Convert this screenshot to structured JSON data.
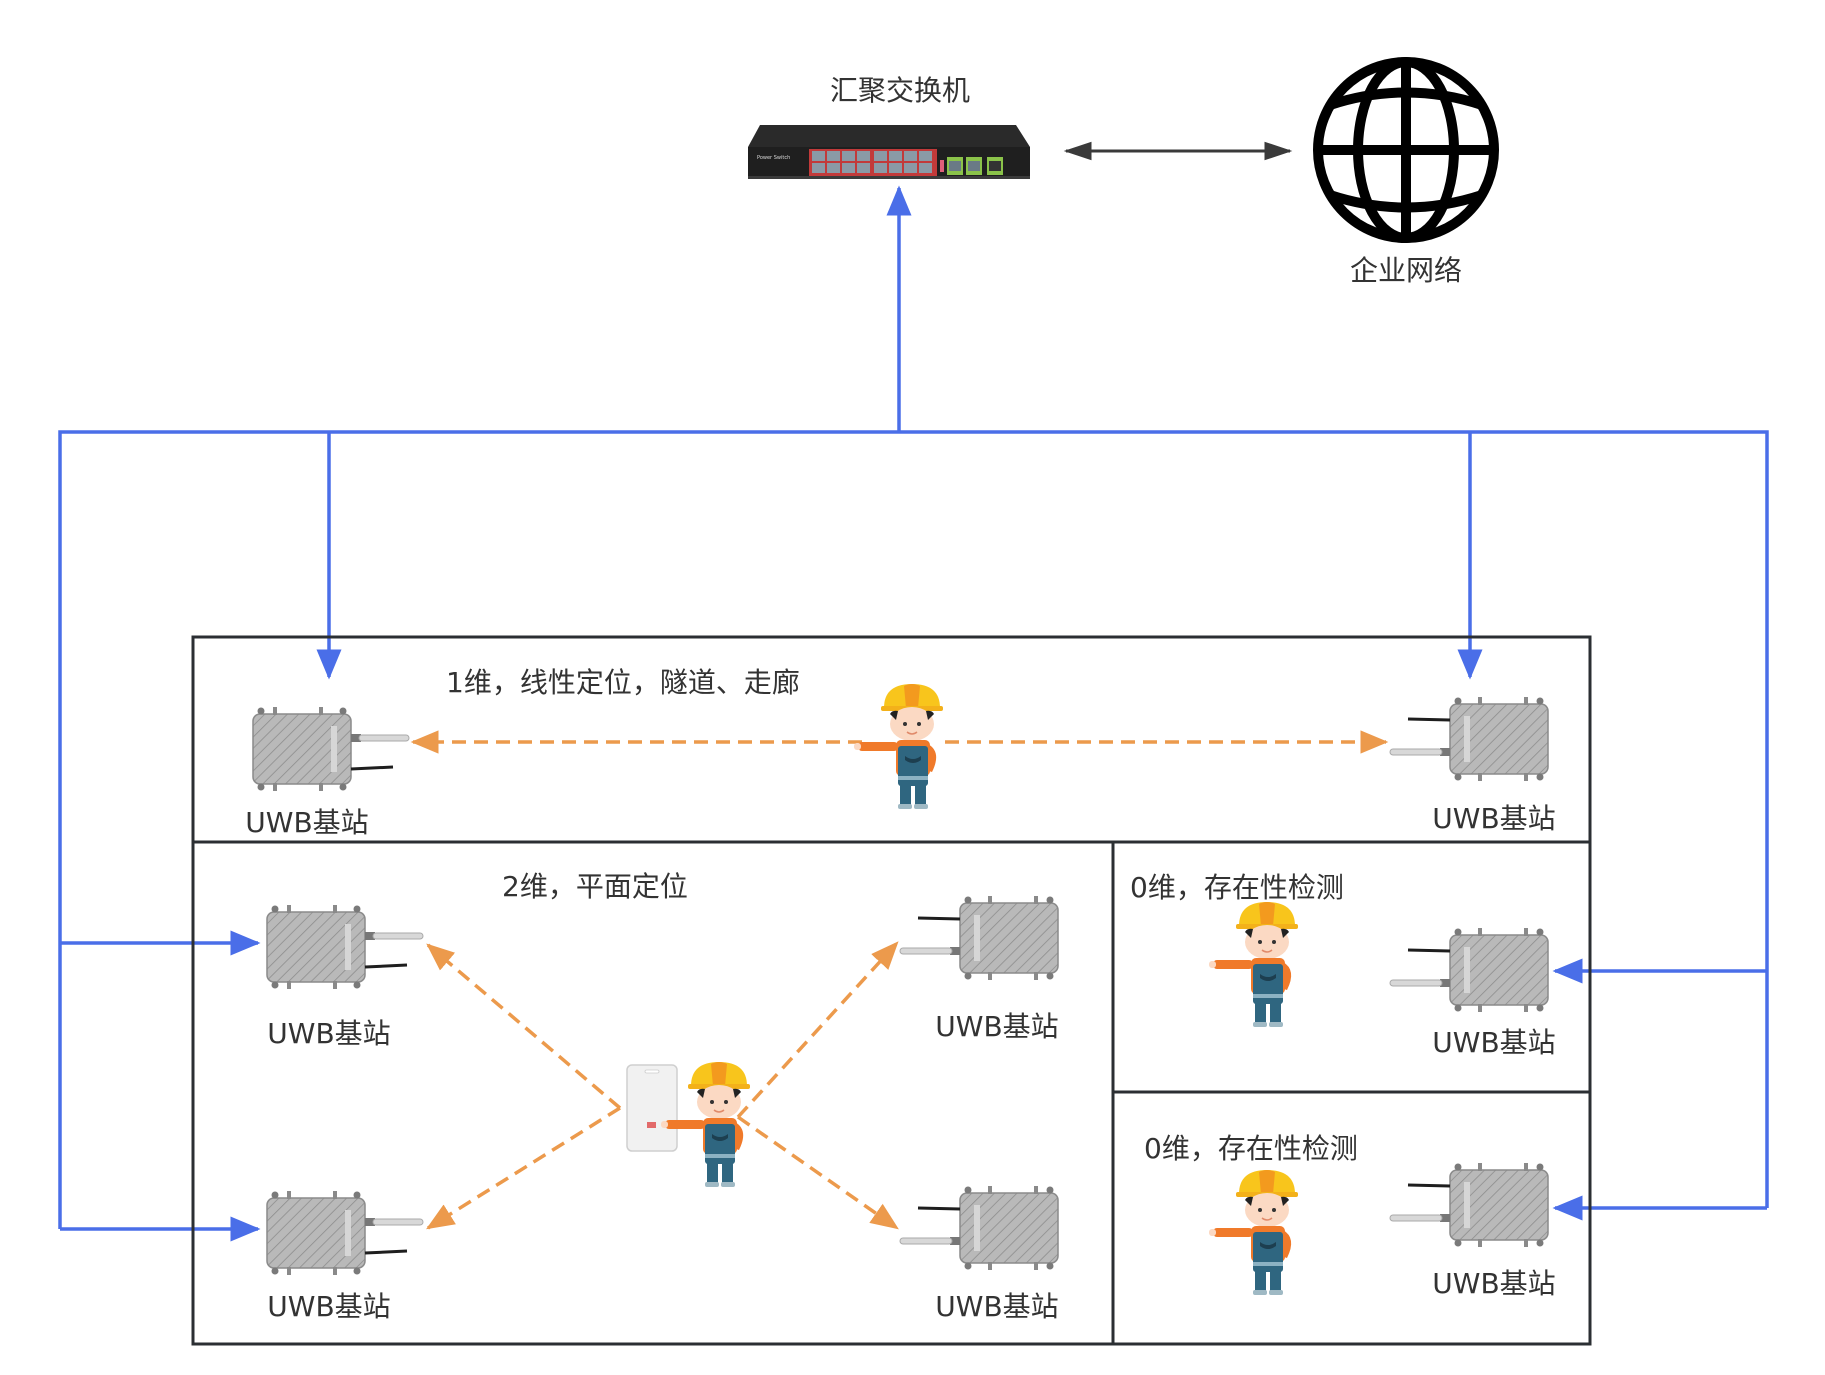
{
  "diagram": {
    "switch": {
      "label": "汇聚交换机",
      "brand_text": "Power Switch",
      "icon": "network-switch-icon"
    },
    "network": {
      "label": "企业网络",
      "icon": "globe-icon"
    },
    "link_switch_network": "bidirectional",
    "zones": [
      {
        "id": "zone-1d",
        "label": "1维，线性定位，隧道、走廊",
        "stations": [
          {
            "label": "UWB基站"
          },
          {
            "label": "UWB基站"
          }
        ],
        "worker_icon": "worker-icon",
        "signal": "tag-to-two-stations-linear"
      },
      {
        "id": "zone-2d",
        "label": "2维，平面定位",
        "stations": [
          {
            "label": "UWB基站"
          },
          {
            "label": "UWB基站"
          },
          {
            "label": "UWB基站"
          },
          {
            "label": "UWB基站"
          }
        ],
        "worker_icon": "worker-icon",
        "tag_icon": "uwb-tag-card-icon",
        "signal": "tag-to-four-stations"
      },
      {
        "id": "zone-0d-a",
        "label": "0维，存在性检测",
        "stations": [
          {
            "label": "UWB基站"
          }
        ],
        "worker_icon": "worker-icon"
      },
      {
        "id": "zone-0d-b",
        "label": "0维，存在性检测",
        "stations": [
          {
            "label": "UWB基站"
          }
        ],
        "worker_icon": "worker-icon"
      }
    ],
    "colors": {
      "network_link": "#4a6ee8",
      "signal_link": "#ec9a4c",
      "border": "#2b2f33",
      "text": "#333333",
      "double_arrow": "#3a3a3a"
    }
  }
}
